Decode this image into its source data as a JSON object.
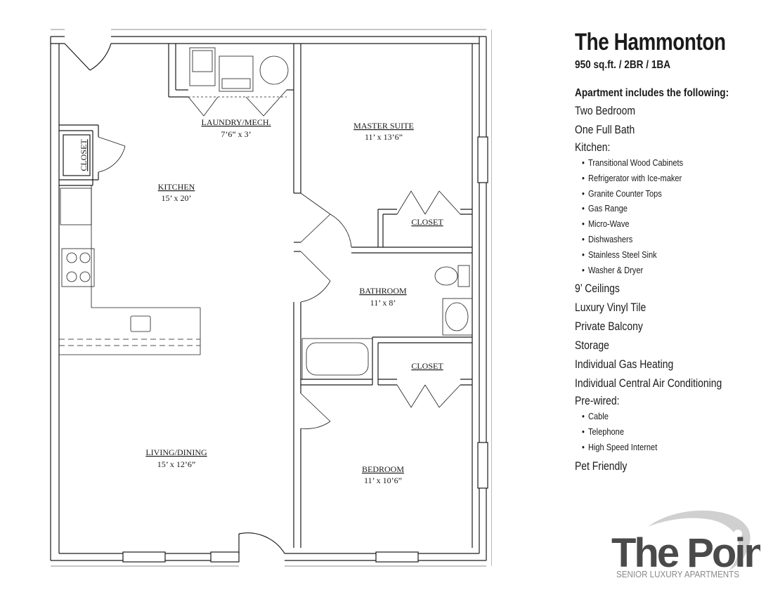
{
  "listing": {
    "title": "The Hammonton",
    "subtitle": "950 sq.ft. / 2BR / 1BA",
    "includes_heading": "Apartment includes the following:",
    "features": [
      {
        "label": "Two Bedroom"
      },
      {
        "label": "One Full Bath"
      },
      {
        "label": "Kitchen:",
        "items": [
          "Transitional Wood Cabinets",
          "Refrigerator with Ice-maker",
          "Granite Counter Tops",
          "Gas Range",
          "Micro-Wave",
          "Dishwashers",
          "Stainless Steel Sink",
          "Washer & Dryer"
        ]
      },
      {
        "label": "9’ Ceilings"
      },
      {
        "label": "Luxury Vinyl Tile"
      },
      {
        "label": "Private Balcony"
      },
      {
        "label": "Storage"
      },
      {
        "label": "Individual Gas Heating"
      },
      {
        "label": "Individual Central Air Conditioning"
      },
      {
        "label": "Pre-wired:",
        "items": [
          "Cable",
          "Telephone",
          "High Speed Internet"
        ]
      },
      {
        "label": "Pet Friendly"
      }
    ]
  },
  "rooms": {
    "laundry": {
      "name": "LAUNDRY/MECH.",
      "dim": "7’6” x 3’"
    },
    "master": {
      "name": "MASTER SUITE",
      "dim": "11’ x 13’6”"
    },
    "kitchen": {
      "name": "KITCHEN",
      "dim": "15’ x 20’"
    },
    "bathroom": {
      "name": "BATHROOM",
      "dim": "11’ x 8’"
    },
    "living": {
      "name": "LIVING/DINING",
      "dim": "15’ x 12’6”"
    },
    "bedroom": {
      "name": "BEDROOM",
      "dim": "11’ x 10’6”"
    },
    "closet_left": "CLOSET",
    "closet_master": "CLOSET",
    "closet_bedroom": "CLOSET"
  },
  "logo": {
    "name": "The Point",
    "tagline": "SENIOR LUXURY APARTMENTS"
  },
  "colors": {
    "wall": "#1a1a1a",
    "text": "#1a1a1a",
    "logo_gray": "#4a4a4a",
    "swoosh": "#d0d0d0"
  }
}
